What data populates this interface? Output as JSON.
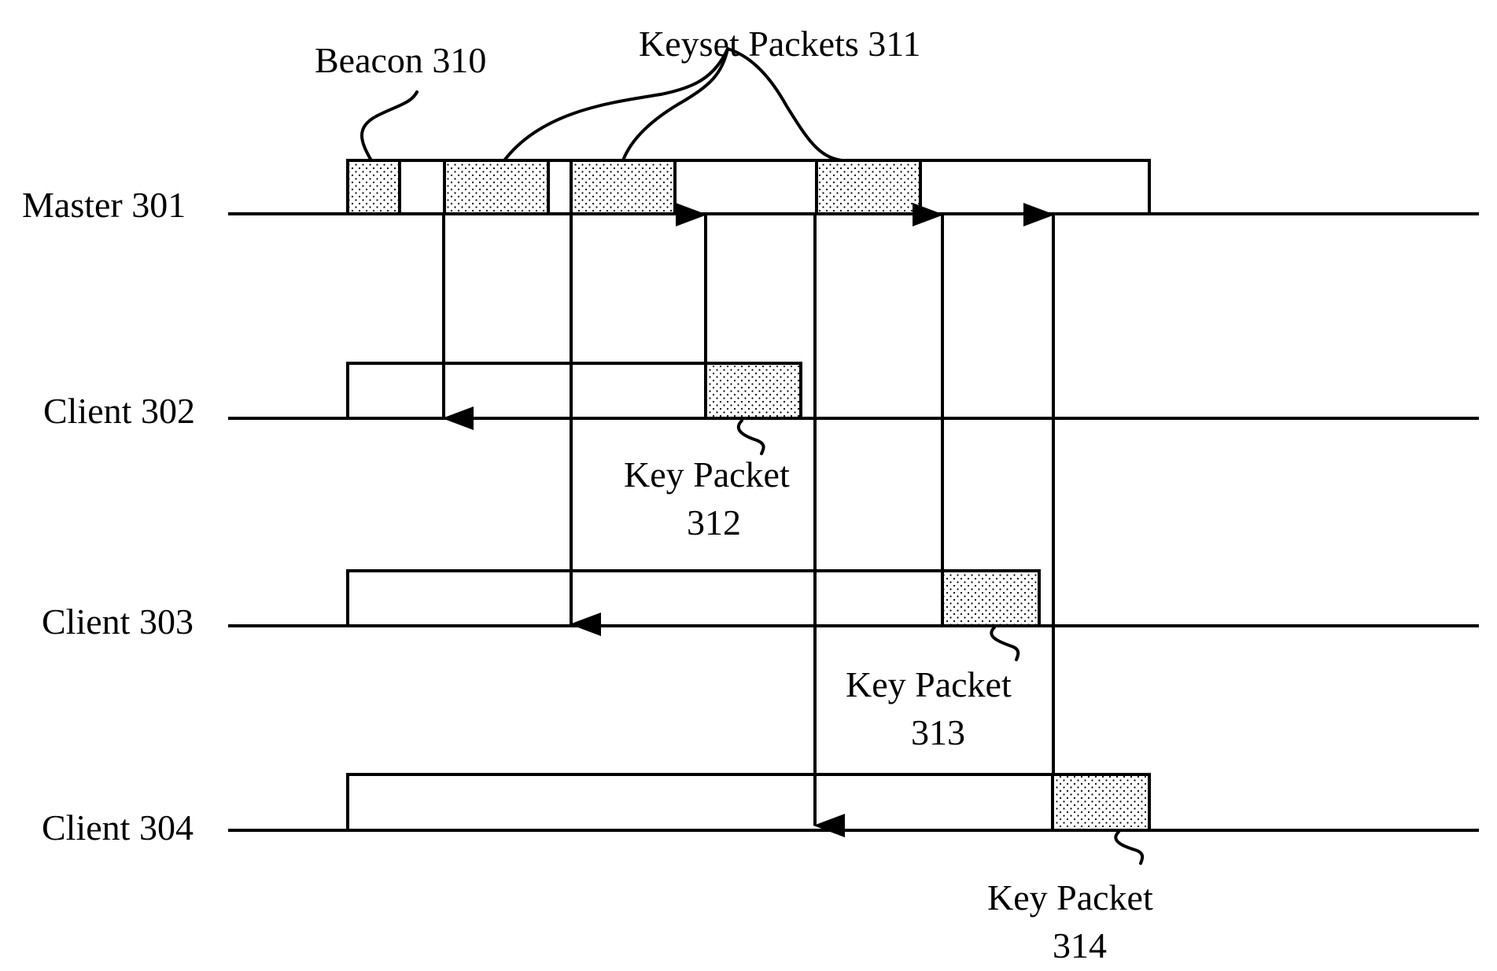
{
  "labels": {
    "master": "Master 301",
    "client302": "Client 302",
    "client303": "Client 303",
    "client304": "Client 304",
    "beacon": "Beacon 310",
    "keyset": "Keyset Packets 311",
    "key312_line1": "Key Packet",
    "key312_line2": "312",
    "key313_line1": "Key Packet",
    "key313_line2": "313",
    "key314_line1": "Key Packet",
    "key314_line2": "314"
  },
  "colors": {
    "stroke": "#000000",
    "packet_fill_pattern": "dotted",
    "background": "#ffffff"
  }
}
